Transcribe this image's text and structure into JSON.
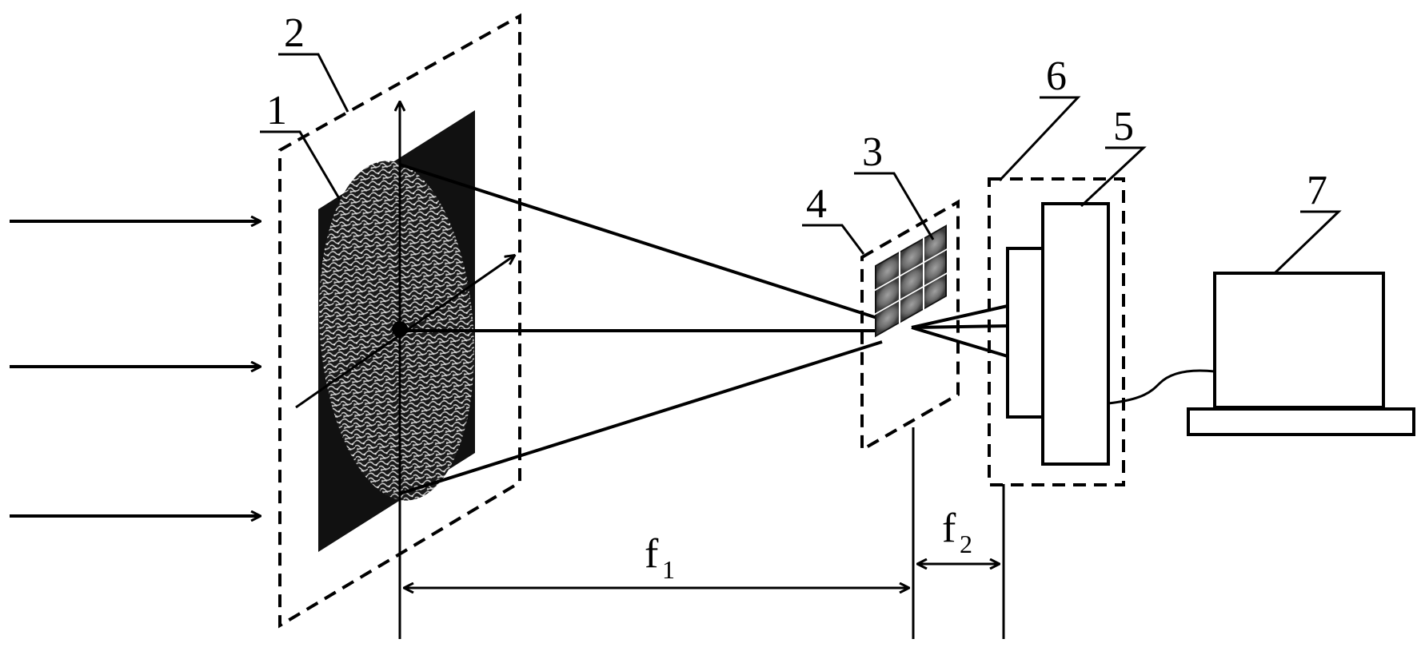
{
  "labels": {
    "plane_1": "1",
    "plane_2": "2",
    "element_3": "3",
    "element_4": "4",
    "element_5": "5",
    "element_6": "6",
    "element_7": "7"
  },
  "distances": {
    "f1_letter": "f",
    "f1_sub": "1",
    "f2_letter": "f",
    "f2_sub": "2"
  }
}
